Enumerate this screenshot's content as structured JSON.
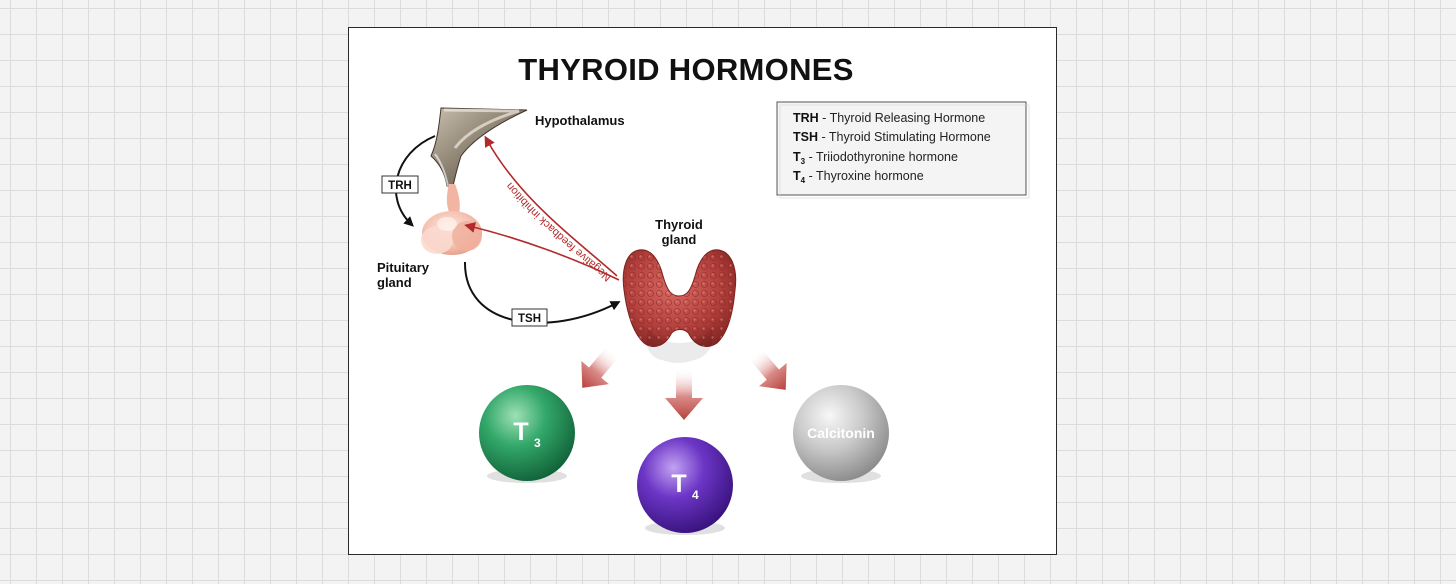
{
  "title": "THYROID HORMONES",
  "labels": {
    "hypothalamus": "Hypothalamus",
    "pituitary_line1": "Pituitary",
    "pituitary_line2": "gland",
    "thyroid_line1": "Thyroid",
    "thyroid_line2": "gland",
    "trh": "TRH",
    "tsh": "TSH",
    "feedback": "Negative feedback inhibition"
  },
  "legend": [
    {
      "abbr": "TRH",
      "sub": "",
      "text": " - Thyroid Releasing Hormone"
    },
    {
      "abbr": "TSH",
      "sub": "",
      "text": " - Thyroid Stimulating Hormone"
    },
    {
      "abbr": "T",
      "sub": "3",
      "text": " - Triiodothyronine hormone"
    },
    {
      "abbr": "T",
      "sub": "4",
      "text": " - Thyroxine hormone"
    }
  ],
  "hormones": [
    {
      "main": "T",
      "sub": "3",
      "color": "#2f9d63"
    },
    {
      "main": "T",
      "sub": "4",
      "color": "#6a34c4"
    },
    {
      "main": "Calcitonin",
      "sub": "",
      "color": "#bdbdbd"
    }
  ],
  "colors": {
    "feedback": "#b32a2a",
    "thyroid": "#b8403e",
    "pituitary": "#f6c9bc",
    "hypothalamus": "#8f8575"
  }
}
